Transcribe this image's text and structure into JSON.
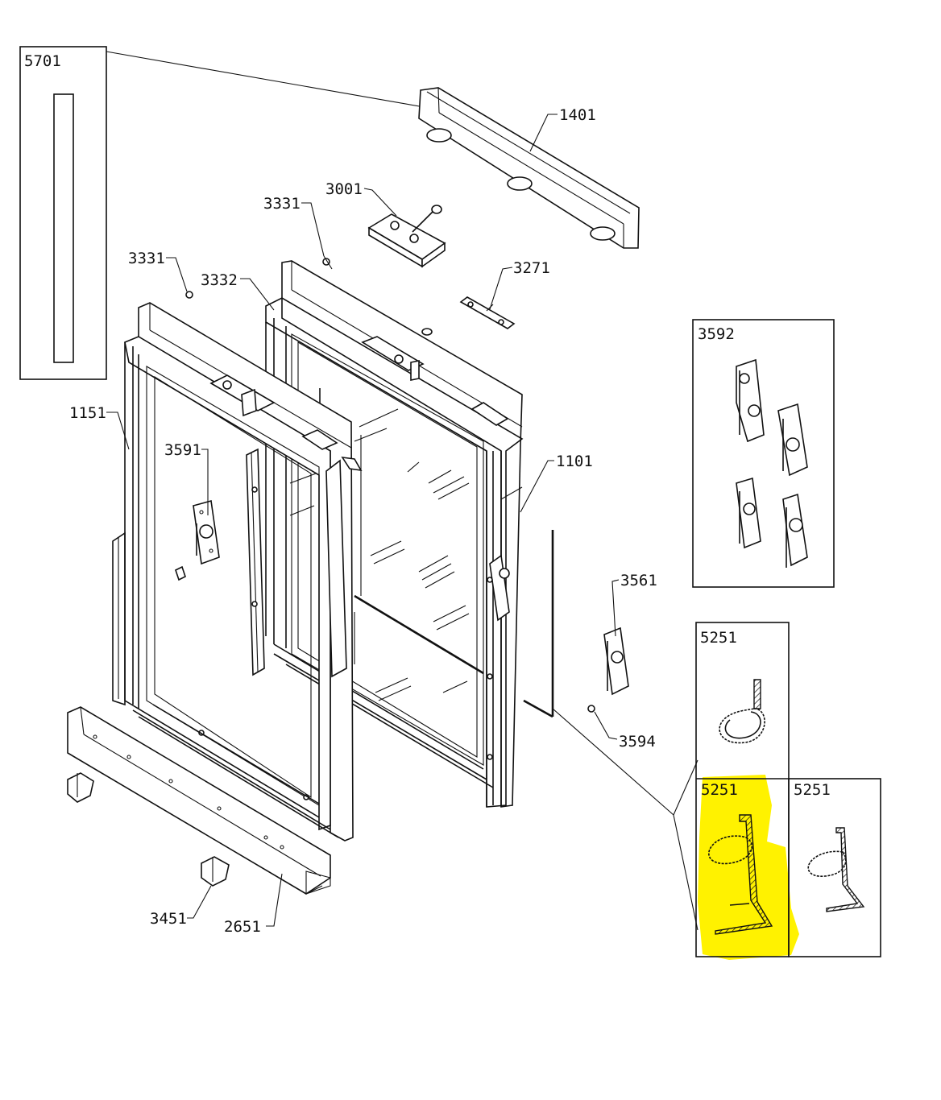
{
  "callouts": {
    "c5701": "5701",
    "c1401": "1401",
    "c3001": "3001",
    "c3331a": "3331",
    "c3331b": "3331",
    "c3332": "3332",
    "c3271": "3271",
    "c3592": "3592",
    "c1151": "1151",
    "c3591": "3591",
    "c1101": "1101",
    "c3561": "3561",
    "c5251a": "5251",
    "c5251b": "5251",
    "c5251c": "5251",
    "c3594": "3594",
    "c3451": "3451",
    "c2651": "2651"
  },
  "colors": {
    "highlight": "#fff200",
    "line": "#111111",
    "background": "#ffffff"
  }
}
